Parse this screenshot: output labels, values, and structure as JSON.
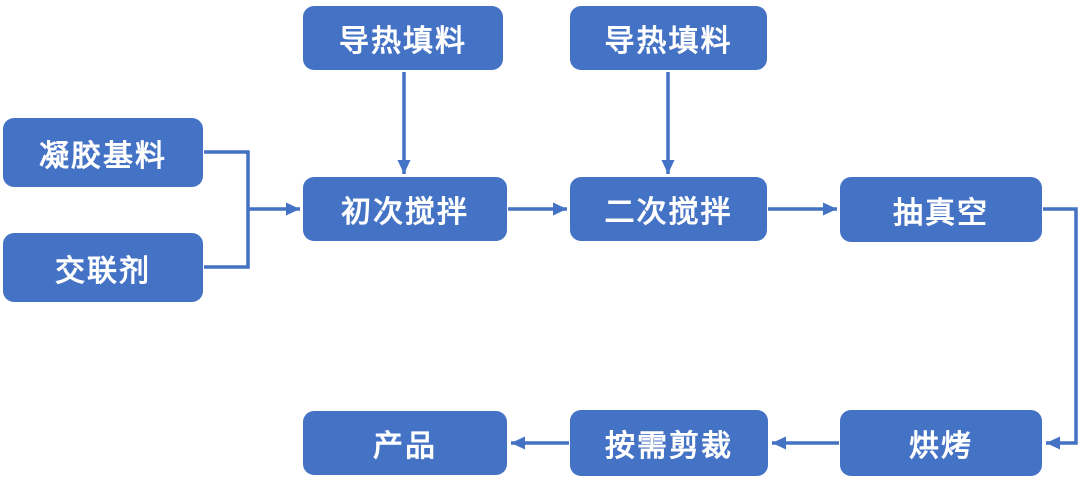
{
  "diagram": {
    "type": "flowchart",
    "colors": {
      "box_fill": "#4472C4",
      "arrow": "#4472C4",
      "text": "#FFFFFF",
      "background": "#FFFFFF"
    },
    "nodes": [
      {
        "id": "thermal-filler-1",
        "label": "导热填料"
      },
      {
        "id": "thermal-filler-2",
        "label": "导热填料"
      },
      {
        "id": "gel-base",
        "label": "凝胶基料"
      },
      {
        "id": "crosslinker",
        "label": "交联剂"
      },
      {
        "id": "first-mixing",
        "label": "初次搅拌"
      },
      {
        "id": "second-mixing",
        "label": "二次搅拌"
      },
      {
        "id": "vacuum",
        "label": "抽真空"
      },
      {
        "id": "baking",
        "label": "烘烤"
      },
      {
        "id": "cutting",
        "label": "按需剪裁"
      },
      {
        "id": "product",
        "label": "产品"
      }
    ],
    "edges": [
      {
        "from": "thermal-filler-1",
        "to": "first-mixing"
      },
      {
        "from": "thermal-filler-2",
        "to": "second-mixing"
      },
      {
        "from": "gel-base",
        "to": "first-mixing"
      },
      {
        "from": "crosslinker",
        "to": "first-mixing"
      },
      {
        "from": "first-mixing",
        "to": "second-mixing"
      },
      {
        "from": "second-mixing",
        "to": "vacuum"
      },
      {
        "from": "vacuum",
        "to": "baking"
      },
      {
        "from": "baking",
        "to": "cutting"
      },
      {
        "from": "cutting",
        "to": "product"
      }
    ]
  }
}
